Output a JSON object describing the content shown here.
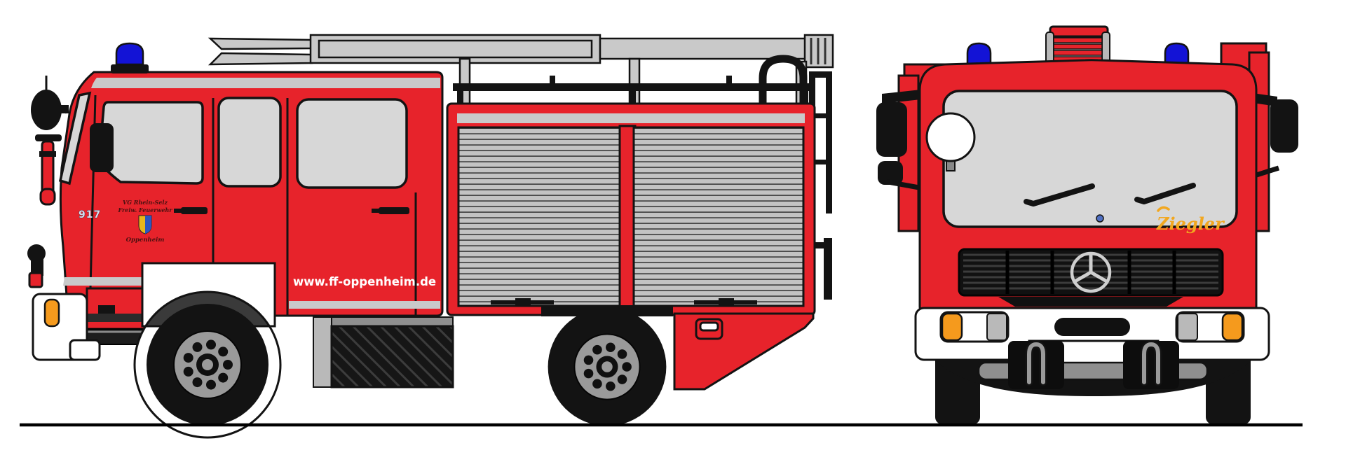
{
  "illustration": {
    "subject": "fire engine drawing, side view and front view",
    "side_view": {
      "unit_number": "917",
      "door_emblem_line1": "VG Rhein-Selz",
      "door_emblem_line2": "Freiw. Feuerwehr",
      "door_emblem_town": "Oppenheim",
      "website_marking": "www.ff-oppenheim.de"
    },
    "front_view": {
      "bodywork_logo": "Ziegler"
    }
  },
  "colors": {
    "body_red": "#e7232b",
    "outline_black": "#131313",
    "glass_gray": "#d7d7d7",
    "stripe_gray": "#c9c9c9",
    "shutter_gray": "#c3c3c3",
    "beacon_blue": "#1313d6",
    "indicator_orange": "#f59a1d",
    "rim_gray": "#9a9a9a",
    "logo_yellow": "#f2a71f",
    "emblem_maroon": "#4a1010",
    "white": "#ffffff"
  },
  "icons": {
    "mercedes_star": "three-pointed star grille emblem",
    "blue_beacon": "emergency roof beacon",
    "coat_of_arms": "Oppenheim crest shield"
  }
}
